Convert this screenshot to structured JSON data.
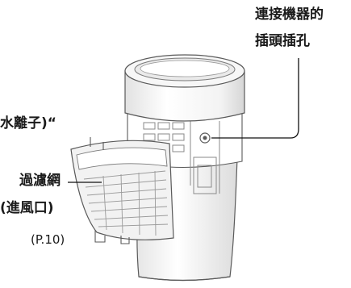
{
  "labels": {
    "connector_line1": "連接機器的",
    "connector_line2": "插頭插孔",
    "ion_partial": "水離子)“",
    "filter_name": "過濾網",
    "filter_inlet": "(進風口)",
    "filter_page": "(P.10)"
  },
  "colors": {
    "outline": "#5a5a5a",
    "body_fill": "#ffffff",
    "shade": "#e9e9e9",
    "leader_line": "#111111"
  },
  "icons": {
    "device": "humidifier-unit-illustration",
    "filter": "removable-filter-grille",
    "jack": "device-plug-socket"
  }
}
